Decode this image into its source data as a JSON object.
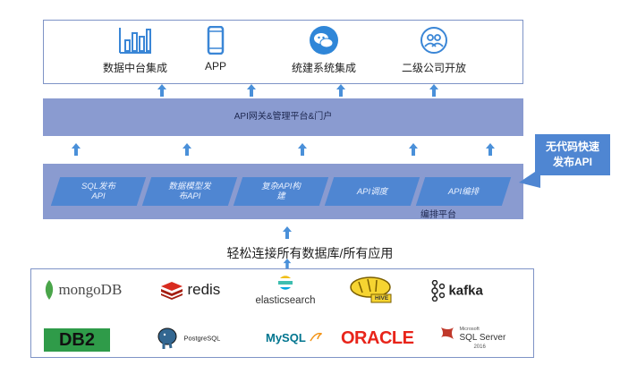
{
  "top_items": [
    {
      "label": "数据中台集成",
      "icon": "bar-chart-icon"
    },
    {
      "label": "APP",
      "icon": "phone-icon"
    },
    {
      "label": "统建系统集成",
      "icon": "wechat-icon"
    },
    {
      "label": "二级公司开放",
      "icon": "users-icon"
    }
  ],
  "gateway": {
    "label": "API网关&管理平台&门户"
  },
  "platform": {
    "boxes": [
      "SQL发布\nAPI",
      "数据模型发\n布API",
      "复杂API构\n建",
      "API调度",
      "API编排"
    ],
    "label": "编排平台"
  },
  "callout": {
    "line1": "无代码快速",
    "line2": "发布API"
  },
  "connect_text": "轻松连接所有数据库/所有应用",
  "databases": {
    "row1": [
      "mongoDB",
      "redis",
      "elasticsearch",
      "HIVE",
      "kafka"
    ],
    "row2": [
      "DB2",
      "PostgreSQL",
      "MySQL",
      "ORACLE",
      "SQL Server"
    ],
    "sqlserver_sub": "Microsoft",
    "sqlserver_year": "2016"
  },
  "colors": {
    "bar": "#8a9bd0",
    "accent": "#4f86d2",
    "arrow": "#4a90d9",
    "border": "#7e93c6"
  }
}
